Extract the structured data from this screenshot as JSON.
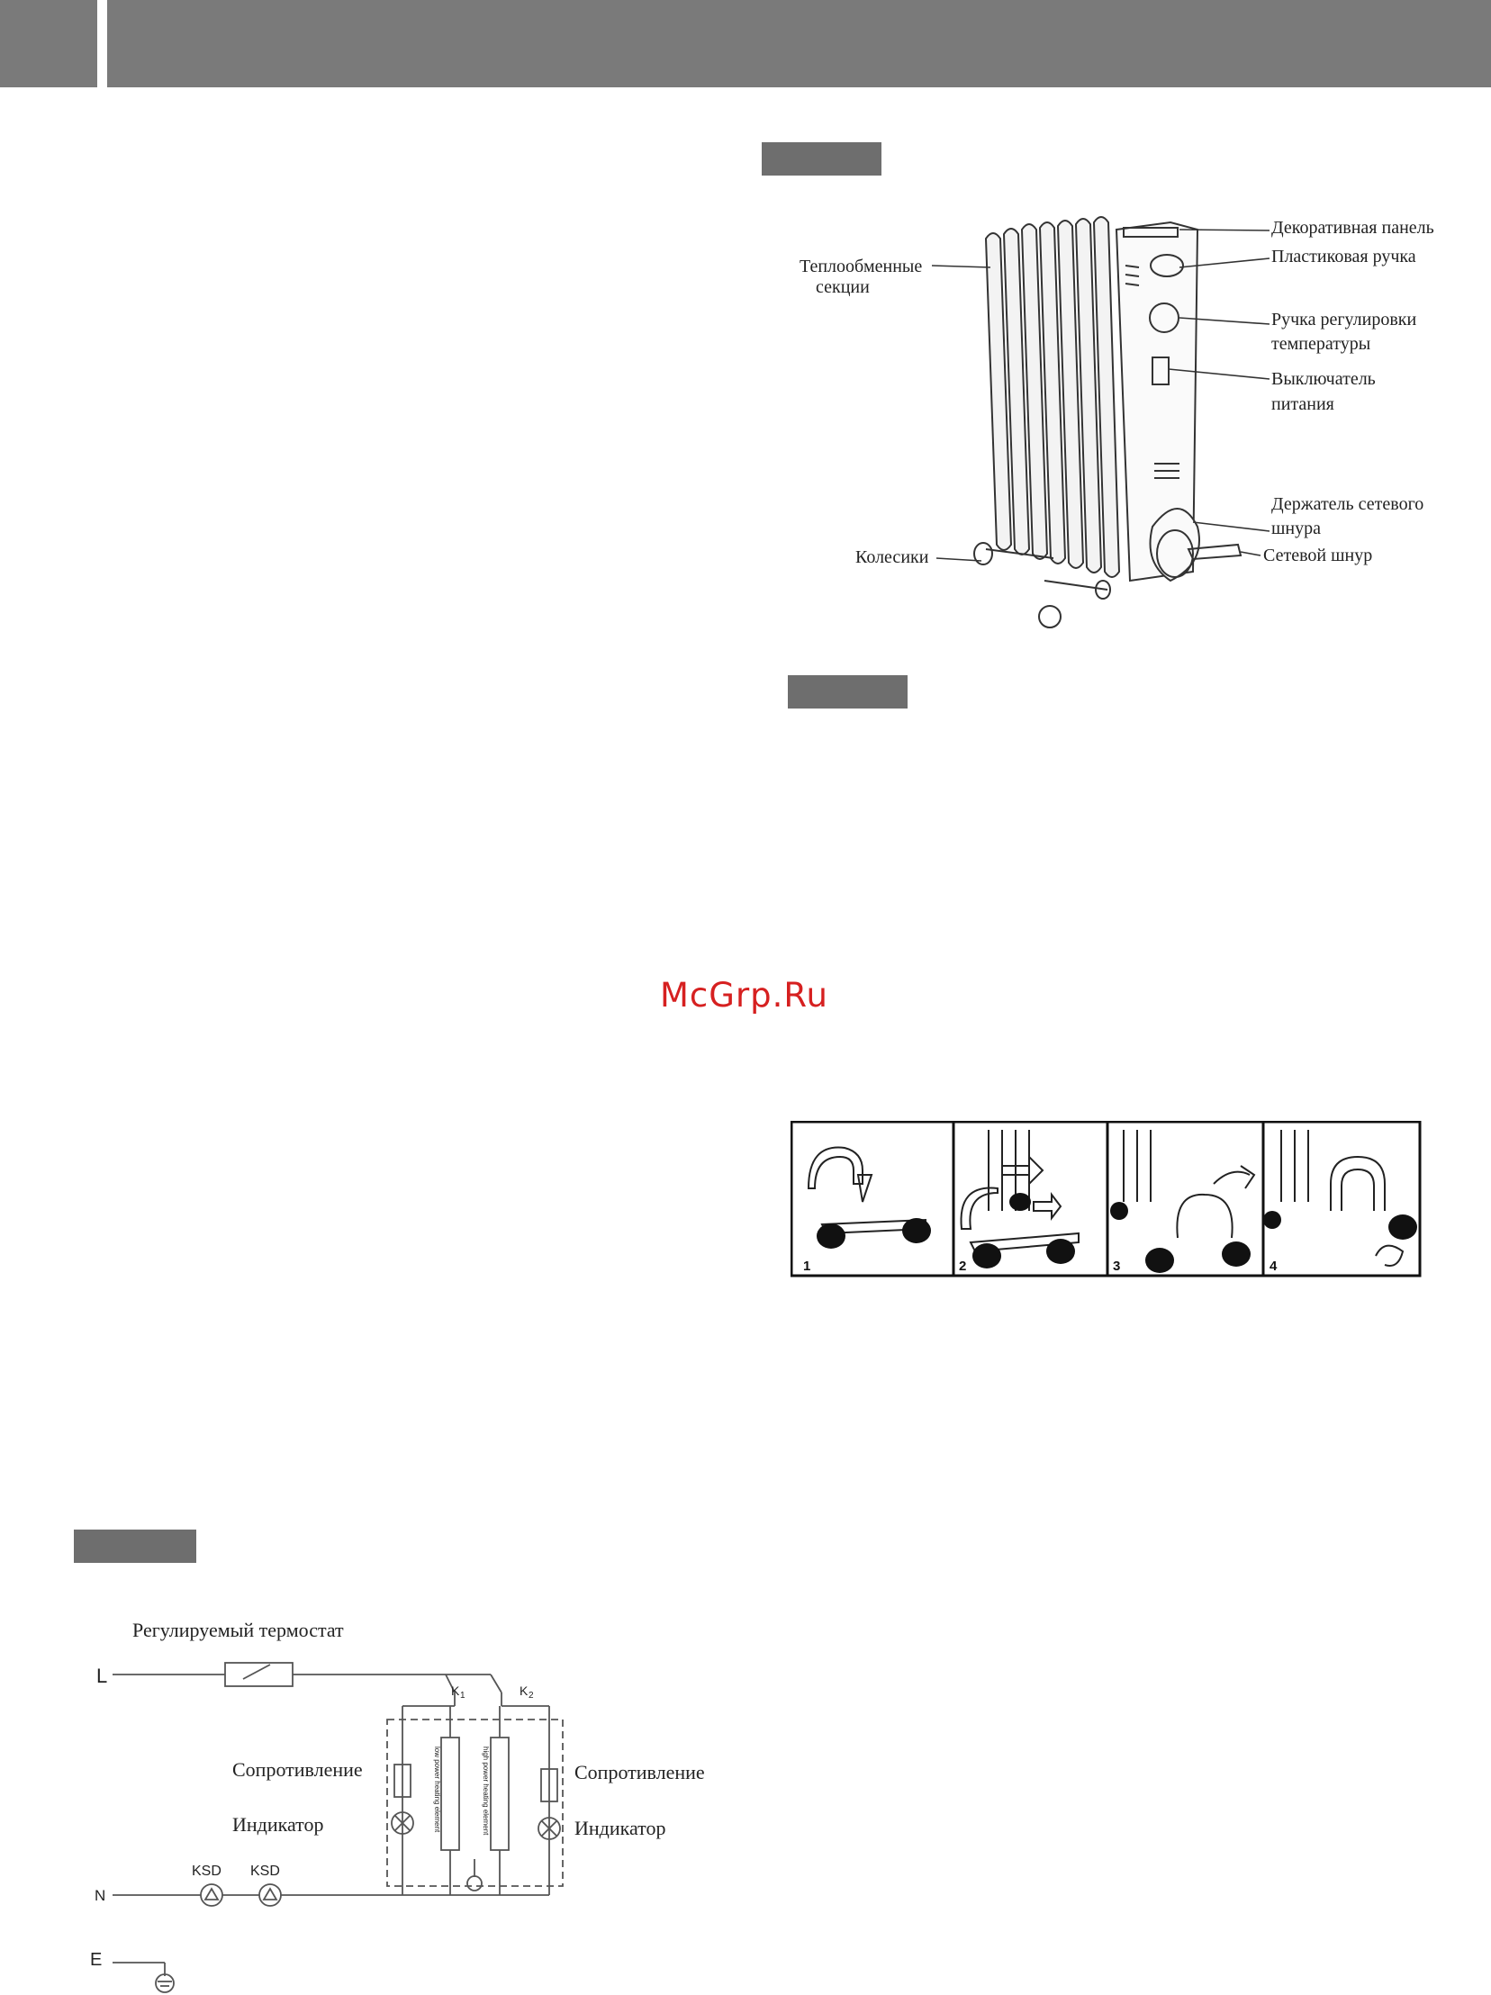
{
  "watermark": "McGrp.Ru",
  "figure_radiator": {
    "labels": {
      "heat_sections_1": "Теплообменные",
      "heat_sections_2": "секции",
      "wheels": "Колесики",
      "decor_panel": "Декоративная панель",
      "plastic_handle": "Пластиковая ручка",
      "temp_knob_1": "Ручка регулировки",
      "temp_knob_2": "температуры",
      "power_switch_1": "Выключатель",
      "power_switch_2": "питания",
      "cord_holder_1": "Держатель сетевого",
      "cord_holder_2": "шнура",
      "power_cord": "Сетевой шнур"
    }
  },
  "figure_assembly": {
    "steps": [
      "1",
      "2",
      "3",
      "4"
    ]
  },
  "figure_circuit": {
    "labels": {
      "thermostat": "Регулируемый термостат",
      "line": "L",
      "neutral": "N",
      "earth": "E",
      "k1": "K",
      "k1_sub": "1",
      "k2": "K",
      "k2_sub": "2",
      "resistance_left": "Сопротивление",
      "indicator_left": "Индикатор",
      "resistance_right": "Сопротивление",
      "indicator_right": "Индикатор",
      "ksd1": "KSD",
      "ksd2": "KSD",
      "low_element": "low power heating element",
      "high_element": "high power heating element"
    }
  }
}
